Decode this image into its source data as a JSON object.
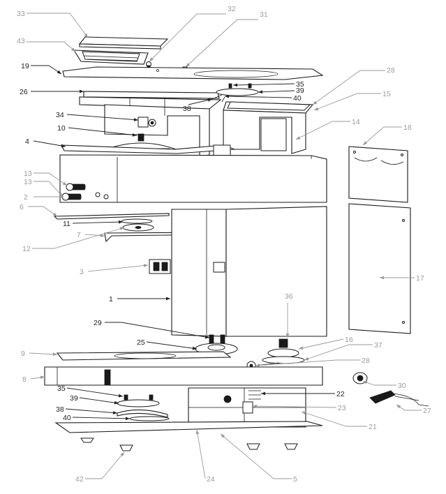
{
  "colors": {
    "line": "#1a1a1a",
    "label_dark": "#222222",
    "label_light": "#9a9a9a"
  },
  "callouts": [
    {
      "id": "c33a",
      "text": "33",
      "tone": "light"
    },
    {
      "id": "c32",
      "text": "32",
      "tone": "light"
    },
    {
      "id": "c31",
      "text": "31",
      "tone": "light"
    },
    {
      "id": "c43",
      "text": "43",
      "tone": "light"
    },
    {
      "id": "c19",
      "text": "19",
      "tone": "dark"
    },
    {
      "id": "c26",
      "text": "26",
      "tone": "dark"
    },
    {
      "id": "c28a",
      "text": "28",
      "tone": "light"
    },
    {
      "id": "c35a",
      "text": "35",
      "tone": "dark"
    },
    {
      "id": "c39a",
      "text": "39",
      "tone": "dark"
    },
    {
      "id": "c40a",
      "text": "40",
      "tone": "dark"
    },
    {
      "id": "c15",
      "text": "15",
      "tone": "light"
    },
    {
      "id": "c38a",
      "text": "38",
      "tone": "dark"
    },
    {
      "id": "c34",
      "text": "34",
      "tone": "dark"
    },
    {
      "id": "c14",
      "text": "14",
      "tone": "light"
    },
    {
      "id": "c10",
      "text": "10",
      "tone": "dark"
    },
    {
      "id": "c18",
      "text": "18",
      "tone": "light"
    },
    {
      "id": "c4",
      "text": "4",
      "tone": "dark"
    },
    {
      "id": "c13a",
      "text": "13",
      "tone": "light"
    },
    {
      "id": "c13b",
      "text": "13",
      "tone": "light"
    },
    {
      "id": "c2",
      "text": "2",
      "tone": "light"
    },
    {
      "id": "c6",
      "text": "6",
      "tone": "light"
    },
    {
      "id": "c11",
      "text": "11",
      "tone": "dark"
    },
    {
      "id": "c12",
      "text": "12",
      "tone": "light"
    },
    {
      "id": "c7",
      "text": "7",
      "tone": "light"
    },
    {
      "id": "c3",
      "text": "3",
      "tone": "light"
    },
    {
      "id": "c17",
      "text": "17",
      "tone": "light"
    },
    {
      "id": "c1",
      "text": "1",
      "tone": "dark"
    },
    {
      "id": "c36",
      "text": "36",
      "tone": "light"
    },
    {
      "id": "c29",
      "text": "29",
      "tone": "dark"
    },
    {
      "id": "c25",
      "text": "25",
      "tone": "dark"
    },
    {
      "id": "c16",
      "text": "16",
      "tone": "light"
    },
    {
      "id": "c37",
      "text": "37",
      "tone": "light"
    },
    {
      "id": "c9",
      "text": "9",
      "tone": "light"
    },
    {
      "id": "c28b",
      "text": "28",
      "tone": "light"
    },
    {
      "id": "c8",
      "text": "8",
      "tone": "light"
    },
    {
      "id": "c30",
      "text": "30",
      "tone": "light"
    },
    {
      "id": "c35b",
      "text": "35",
      "tone": "dark"
    },
    {
      "id": "c22",
      "text": "22",
      "tone": "dark"
    },
    {
      "id": "c39b",
      "text": "39",
      "tone": "dark"
    },
    {
      "id": "c23",
      "text": "23",
      "tone": "light"
    },
    {
      "id": "c27",
      "text": "27",
      "tone": "light"
    },
    {
      "id": "c38b",
      "text": "38",
      "tone": "dark"
    },
    {
      "id": "c40b",
      "text": "40",
      "tone": "dark"
    },
    {
      "id": "c21",
      "text": "21",
      "tone": "light"
    },
    {
      "id": "c42",
      "text": "42",
      "tone": "light"
    },
    {
      "id": "c24",
      "text": "24",
      "tone": "light"
    },
    {
      "id": "c5",
      "text": "5",
      "tone": "light"
    }
  ]
}
